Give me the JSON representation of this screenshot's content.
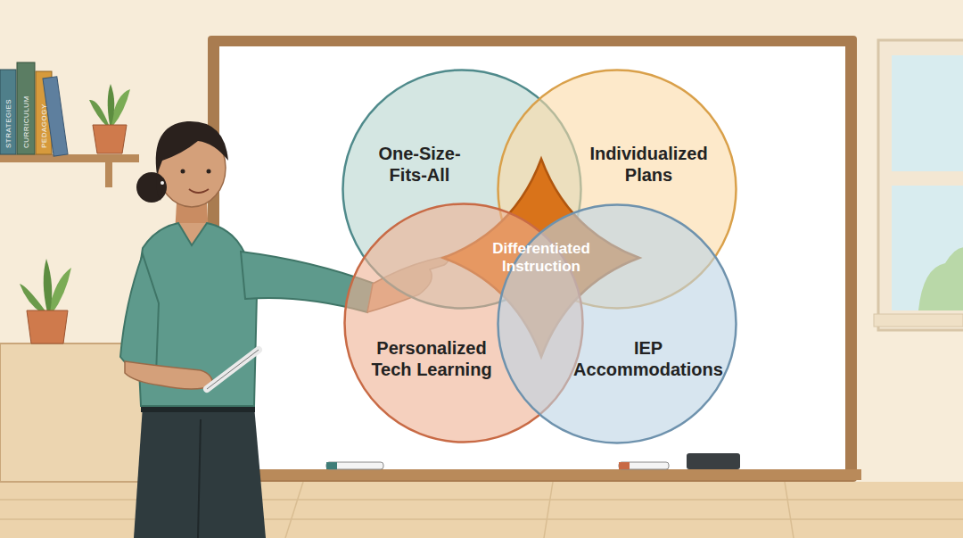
{
  "diagram": {
    "nodes": [
      {
        "text": [
          "One-Size-Fits-All"
        ]
      },
      {
        "text": [
          "Individualized Plans"
        ]
      },
      {
        "text": [
          "Differentiated Instruction"
        ]
      },
      {
        "text": [
          "Personalized Tech Learning"
        ]
      },
      {
        "text": [
          "IEP Accommodations"
        ]
      }
    ],
    "labels": [
      "STRATEGIES",
      "CURRICULUM",
      "PEDAGOGY"
    ]
  }
}
